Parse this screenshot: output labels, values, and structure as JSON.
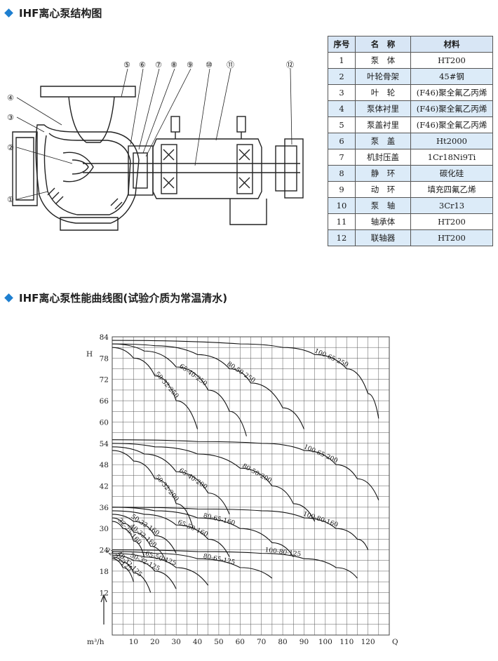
{
  "section1": {
    "title": "IHF离心泵结构图"
  },
  "section2": {
    "title": "IHF离心泵性能曲线图(试验介质为常温清水)"
  },
  "diagram": {
    "callouts": [
      "①",
      "②",
      "③",
      "④",
      "⑤",
      "⑥",
      "⑦",
      "⑧",
      "⑨",
      "⑩",
      "⑪",
      "⑫"
    ]
  },
  "materials_table": {
    "headers": [
      "序号",
      "名　称",
      "材料"
    ],
    "rows": [
      [
        "1",
        "泵　体",
        "HT200"
      ],
      [
        "2",
        "叶轮骨架",
        "45#钢"
      ],
      [
        "3",
        "叶　轮",
        "(F46)聚全氟乙丙烯"
      ],
      [
        "4",
        "泵体衬里",
        "(F46)聚全氟乙丙烯"
      ],
      [
        "5",
        "泵盖衬里",
        "(F46)聚全氟乙丙烯"
      ],
      [
        "6",
        "泵　盖",
        "Ht2000"
      ],
      [
        "7",
        "机封压盖",
        "1Cr18Ni9Ti"
      ],
      [
        "8",
        "静　环",
        "碳化硅"
      ],
      [
        "9",
        "动　环",
        "填充四氟乙烯"
      ],
      [
        "10",
        "泵　轴",
        "3Cr13"
      ],
      [
        "11",
        "轴承体",
        "HT200"
      ],
      [
        "12",
        "联轴器",
        "HT200"
      ]
    ]
  },
  "chart_data": {
    "type": "line",
    "ylabel": "H",
    "xlabel": "Q",
    "x_unit": "m³/h",
    "xlim": [
      0,
      130
    ],
    "ylim": [
      0,
      84
    ],
    "x_ticks": [
      10,
      20,
      30,
      40,
      50,
      60,
      70,
      80,
      90,
      100,
      110,
      120
    ],
    "y_ticks": [
      12,
      18,
      24,
      30,
      36,
      42,
      48,
      54,
      60,
      66,
      72,
      78,
      84
    ],
    "grid": true,
    "series": [
      {
        "name": "100-65-250",
        "x": [
          0,
          60,
          80,
          95,
          110,
          120,
          125
        ],
        "y": [
          83,
          82,
          81,
          79,
          75,
          68,
          61
        ]
      },
      {
        "name": "80-50-250",
        "x": [
          0,
          20,
          40,
          55,
          65,
          80,
          90
        ],
        "y": [
          82,
          81.5,
          79,
          75,
          71,
          64,
          58
        ]
      },
      {
        "name": "65-40-250",
        "x": [
          0,
          15,
          30,
          45,
          55,
          63
        ],
        "y": [
          82,
          80,
          75.5,
          69,
          63,
          56
        ]
      },
      {
        "name": "50-32-250",
        "x": [
          0,
          10,
          20,
          30,
          40
        ],
        "y": [
          81,
          78,
          73,
          66,
          58
        ]
      },
      {
        "name": "100-65-200",
        "x": [
          0,
          40,
          70,
          90,
          105,
          115,
          125
        ],
        "y": [
          55,
          54.5,
          54,
          52,
          48,
          44,
          38
        ]
      },
      {
        "name": "80-50-200",
        "x": [
          0,
          20,
          40,
          60,
          75,
          85,
          95
        ],
        "y": [
          54,
          53,
          51,
          47,
          42,
          37,
          32
        ]
      },
      {
        "name": "65-40-200",
        "x": [
          0,
          15,
          30,
          45,
          55
        ],
        "y": [
          53,
          51,
          46,
          40,
          34
        ]
      },
      {
        "name": "50-32-200",
        "x": [
          0,
          10,
          20,
          30,
          38
        ],
        "y": [
          52,
          49,
          44,
          37,
          30
        ]
      },
      {
        "name": "100-80-160",
        "x": [
          0,
          40,
          70,
          90,
          105,
          115,
          120
        ],
        "y": [
          36,
          35.5,
          35,
          33,
          30,
          27,
          24
        ]
      },
      {
        "name": "80-65-160",
        "x": [
          0,
          20,
          40,
          60,
          75,
          85
        ],
        "y": [
          36,
          35,
          33,
          30,
          26,
          22
        ]
      },
      {
        "name": "65-50-160",
        "x": [
          0,
          15,
          30,
          45,
          55
        ],
        "y": [
          35,
          34,
          31,
          27,
          22
        ]
      },
      {
        "name": "50-32-160",
        "x": [
          0,
          10,
          20,
          30
        ],
        "y": [
          34,
          32,
          28,
          23
        ]
      },
      {
        "name": "40-32-160",
        "x": [
          0,
          5,
          10,
          18,
          25
        ],
        "y": [
          33,
          31.5,
          29,
          25,
          21
        ]
      },
      {
        "name": "32-25-160",
        "x": [
          0,
          5,
          10,
          15
        ],
        "y": [
          32,
          30,
          26.5,
          22
        ]
      },
      {
        "name": "100-80-125",
        "x": [
          0,
          40,
          70,
          90,
          105,
          115
        ],
        "y": [
          24,
          23.5,
          23,
          21.5,
          19,
          16
        ]
      },
      {
        "name": "80-65-125",
        "x": [
          0,
          20,
          40,
          60,
          75
        ],
        "y": [
          23.5,
          23,
          21.5,
          19,
          16
        ]
      },
      {
        "name": "65-50-125",
        "x": [
          0,
          15,
          30,
          45
        ],
        "y": [
          23,
          22,
          19,
          14
        ]
      },
      {
        "name": "50-32-125",
        "x": [
          0,
          10,
          20,
          30
        ],
        "y": [
          22.5,
          21,
          18,
          13
        ]
      },
      {
        "name": "40-32-125",
        "x": [
          0,
          5,
          10,
          18
        ],
        "y": [
          22,
          20.5,
          17.5,
          12
        ]
      },
      {
        "name": "32-25-125",
        "x": [
          0,
          5,
          10
        ],
        "y": [
          21.5,
          19,
          15
        ]
      }
    ]
  }
}
